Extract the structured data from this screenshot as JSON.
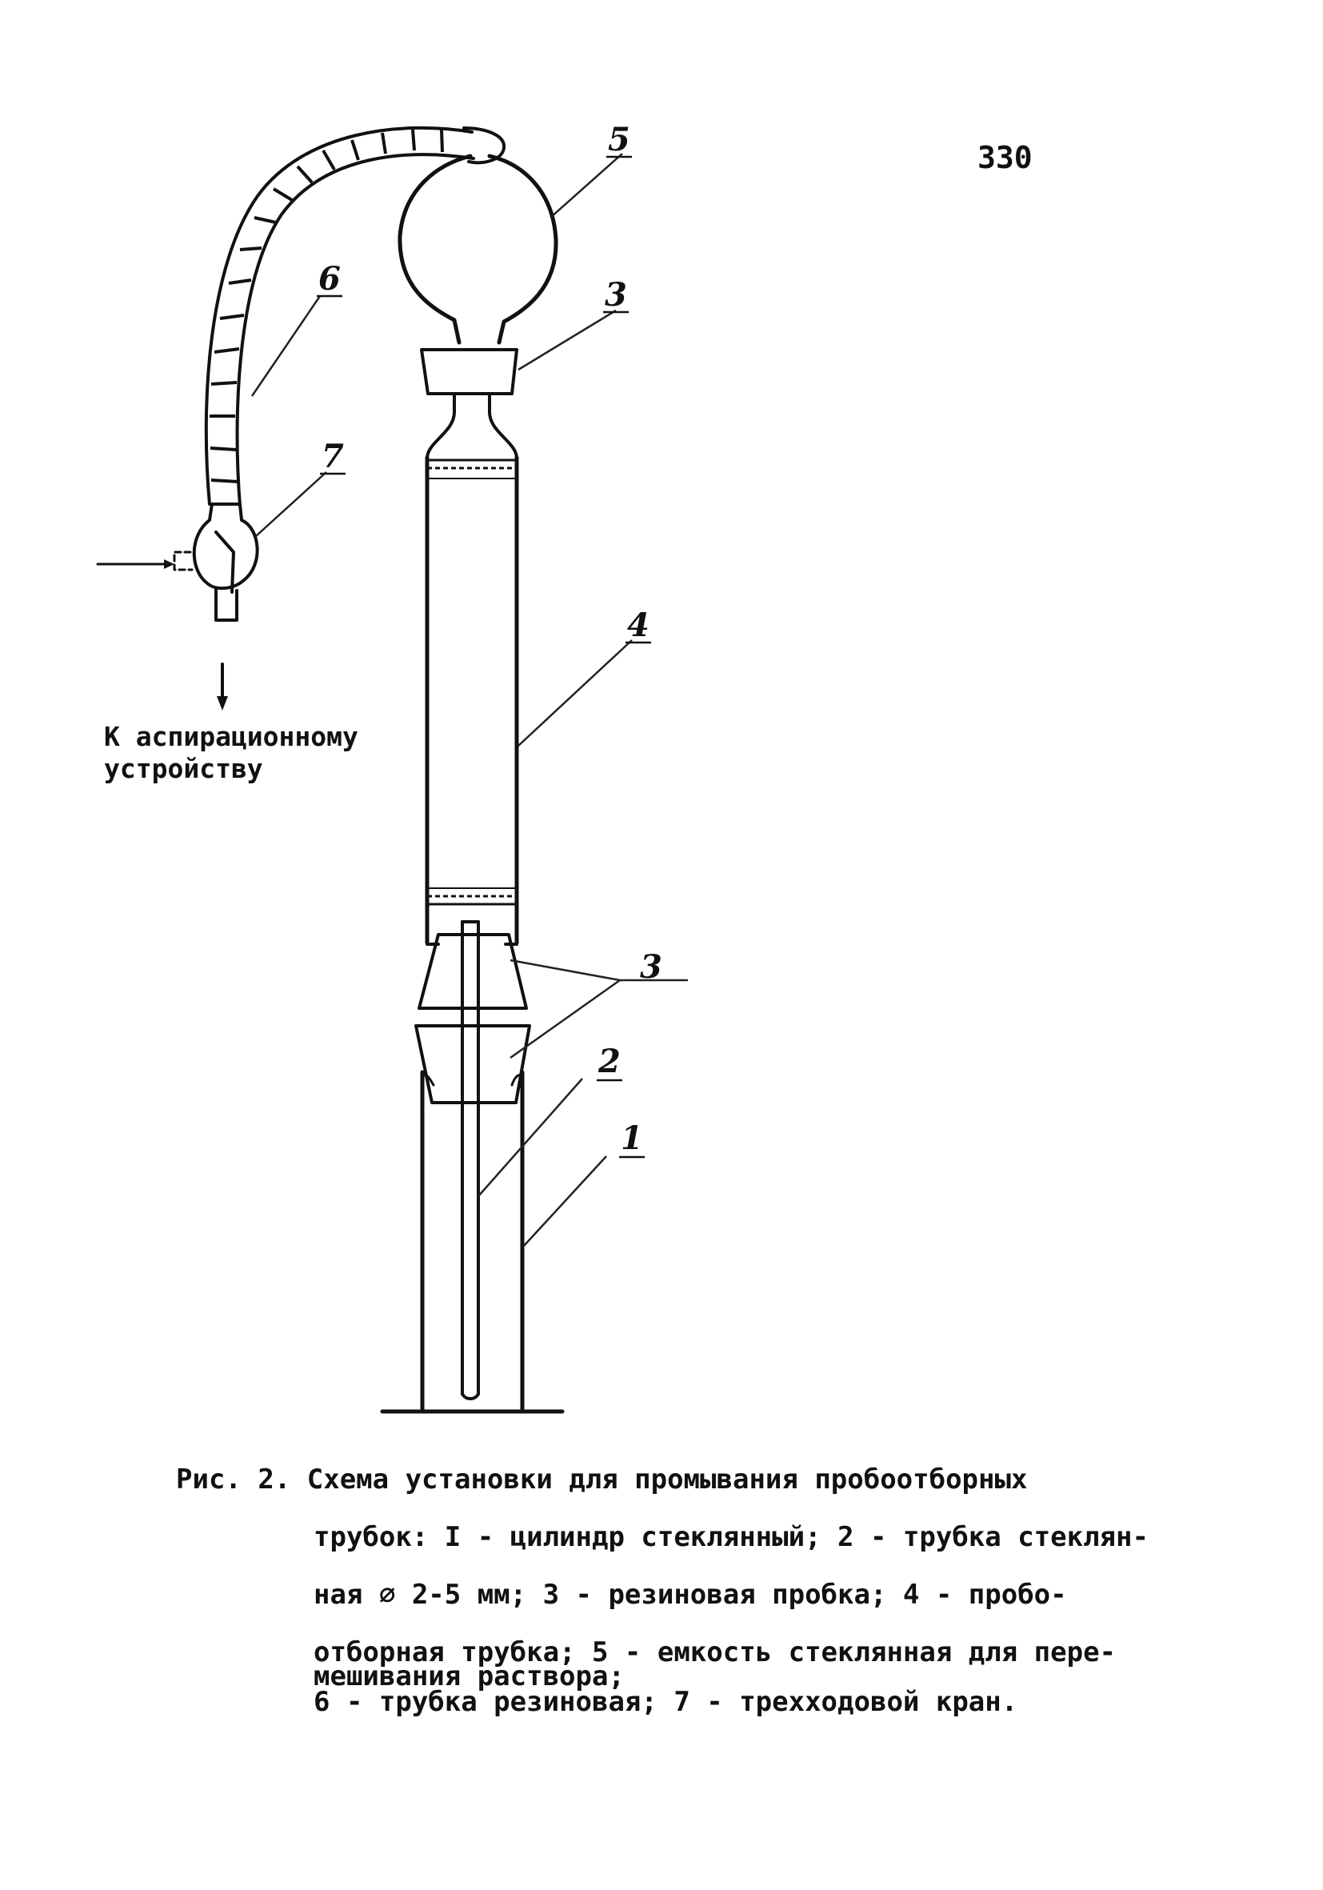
{
  "page_number": "330",
  "callouts": {
    "flask": "5",
    "rubber_hose": "6",
    "three_way_valve": "7",
    "stopper_top": "3",
    "sampling_tube": "4",
    "stoppers_bottom": "3",
    "inner_tube": "2",
    "cylinder": "1"
  },
  "destination": {
    "line1": "К аспирационному",
    "line2": "устройству"
  },
  "caption": {
    "line1": "Рис. 2. Схема установки для промывания пробоотборных",
    "line2": "трубок: I - цилиндр стеклянный; 2 - трубка стеклян-",
    "line3": "ная ∅ 2-5 мм; 3 - резиновая пробка; 4 - пробо-",
    "line4": "отборная трубка; 5 - емкость стеклянная для пере-",
    "line5": "мешивания раствора;",
    "line6": "6 - трубка резиновая; 7 - трехходовой кран."
  }
}
